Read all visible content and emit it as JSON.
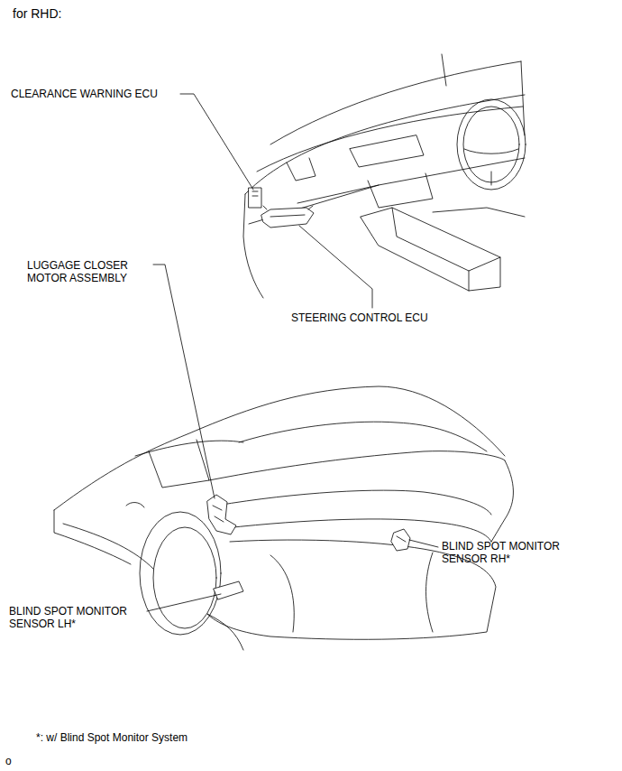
{
  "diagram": {
    "labels": [
      "for RHD:",
      "CLEARANCE WARNING ECU",
      "LUGGAGE CLOSER MOTOR ASSEMBLY",
      "STEERING CONTROL ECU",
      "BLIND SPOT MONITOR SENSOR RH*",
      "BLIND SPOT MONITOR SENSOR LH*",
      "*: w/ Blind Spot Monitor System",
      "o"
    ]
  }
}
